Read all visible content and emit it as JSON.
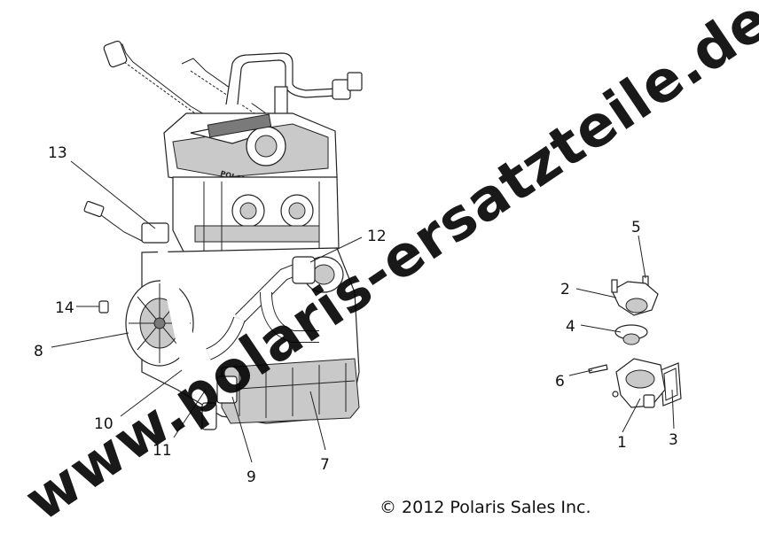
{
  "callouts": [
    {
      "id": "1",
      "text": "1"
    },
    {
      "id": "2",
      "text": "2"
    },
    {
      "id": "3",
      "text": "3"
    },
    {
      "id": "4",
      "text": "4"
    },
    {
      "id": "5",
      "text": "5"
    },
    {
      "id": "6",
      "text": "6"
    },
    {
      "id": "7",
      "text": "7"
    },
    {
      "id": "8",
      "text": "8"
    },
    {
      "id": "9",
      "text": "9"
    },
    {
      "id": "10",
      "text": "10"
    },
    {
      "id": "11",
      "text": "11"
    },
    {
      "id": "12",
      "text": "12"
    },
    {
      "id": "13",
      "text": "13"
    },
    {
      "id": "14",
      "text": "14"
    }
  ],
  "copyright": "© 2012 Polaris Sales Inc.",
  "watermark": "www.polaris-ersatzteile.de"
}
